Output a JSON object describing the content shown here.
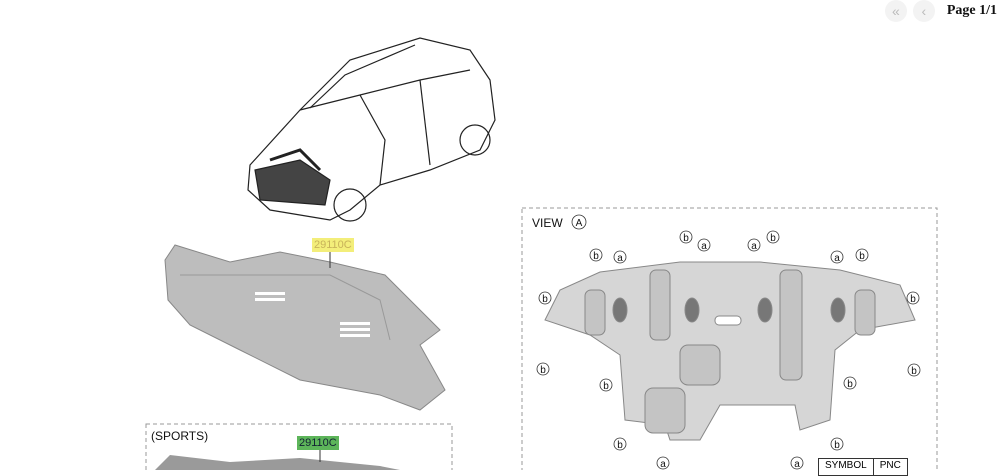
{
  "pager": {
    "first_icon": "double-chevron-left-icon",
    "prev_icon": "chevron-left-icon",
    "first_symbol": "«",
    "prev_symbol": "‹",
    "page_label": "Page 1/1"
  },
  "diagram": {
    "standard_part_tag": "29110C",
    "sports_label": "(SPORTS)",
    "sports_part_tag": "29110C",
    "view_label": "VIEW",
    "view_marker": "A",
    "callout_a": "a",
    "callout_b": "b",
    "table_headers": [
      "SYMBOL",
      "PNC"
    ]
  },
  "colors": {
    "yellow_tag": "#f3ee7a",
    "green_tag": "#5db55a",
    "part_gray": "#bdbdbd"
  }
}
